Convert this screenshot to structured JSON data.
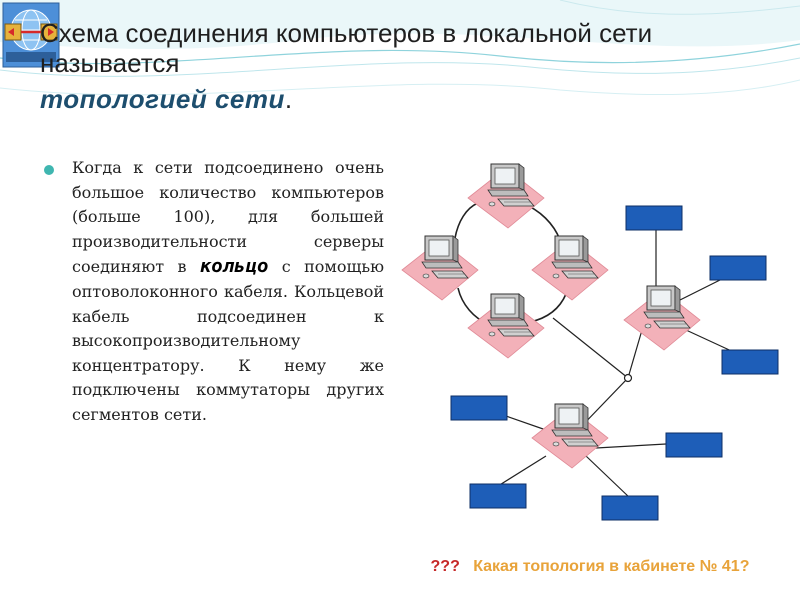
{
  "slide": {
    "title_lines": [
      "Схема соединения компьютеров в локальной сети",
      "называется"
    ],
    "title_emphasis": "топологией  сети",
    "title_period": ".",
    "bullet_before": "Когда к сети подсоединено очень большое количество компьютеров (больше 100), для большей производительности серверы соединяют в ",
    "bullet_keyword": "кольцо",
    "bullet_after": " с помощью оптоволоконного кабеля. Кольцевой кабель подсоединен к высокопроизводительному концентратору. К нему же подключены коммутаторы других сегментов сети.",
    "question_marks": "???",
    "question_text": "Какая топология в кабинете № 41?"
  },
  "diagram": {
    "ring_computers": 4,
    "hub_computers": 2,
    "switch_boxes": 7
  },
  "colors": {
    "accent": "#3fb6b0",
    "emphasis_text": "#1d4e6e",
    "question_marks": "#c62828",
    "question_text": "#e8a33a",
    "switch_box": "#1e5eb8",
    "computer_shadow": "#f3b1b9"
  },
  "icons": [
    "network-logo-icon",
    "computer-icon"
  ]
}
